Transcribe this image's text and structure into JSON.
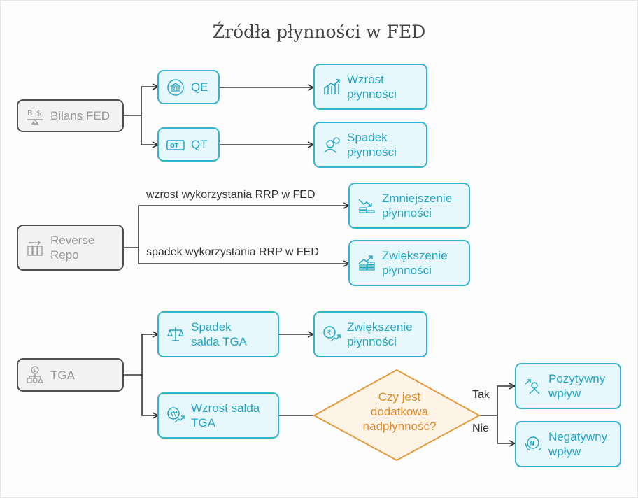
{
  "title": "Źródła płynności w FED",
  "colors": {
    "accent_blue": "#36b3d1",
    "grey_border": "#4f4f4f",
    "decision_orange": "#e89a3c"
  },
  "sections": {
    "balance": {
      "source": {
        "label": "Bilans FED",
        "icon": "balance-scale-icon"
      },
      "qe": {
        "label": "QE",
        "icon": "bank-coin-icon"
      },
      "qt": {
        "label": "QT",
        "icon": "qt-ticket-icon"
      },
      "qe_result": {
        "label": "Wzrost płynności",
        "icon": "growth-chart-icon"
      },
      "qt_result": {
        "label": "Spadek płynności",
        "icon": "person-coin-icon"
      }
    },
    "rrp": {
      "source": {
        "label": "Reverse Repo",
        "icon": "reverse-repo-icon"
      },
      "edge_up": "wzrost wykorzystania RRP w FED",
      "edge_down": "spadek wykorzystania RRP w FED",
      "result_up": {
        "label": "Zmniejszenie płynności",
        "icon": "decreasing-coins-icon"
      },
      "result_down": {
        "label": "Zwiększenie płynności",
        "icon": "increasing-coins-icon"
      }
    },
    "tga": {
      "source": {
        "label": "TGA",
        "icon": "org-chart-dollar-icon"
      },
      "decrease": {
        "label": "Spadek salda TGA",
        "icon": "scale-balance-icon"
      },
      "decrease_result": {
        "label": "Zwiększenie płynności",
        "icon": "rupee-growth-icon"
      },
      "increase": {
        "label": "Wzrost salda TGA",
        "icon": "won-growth-icon"
      },
      "decision": {
        "line1": "Czy jest",
        "line2": "dodatkowa",
        "line3": "nadpłynność?"
      },
      "yes_label": "Tak",
      "no_label": "Nie",
      "positive": {
        "label": "Pozytywny wpływ",
        "icon": "positive-person-icon"
      },
      "negative": {
        "label": "Negatywny wpływ",
        "icon": "naira-decline-icon"
      }
    }
  }
}
